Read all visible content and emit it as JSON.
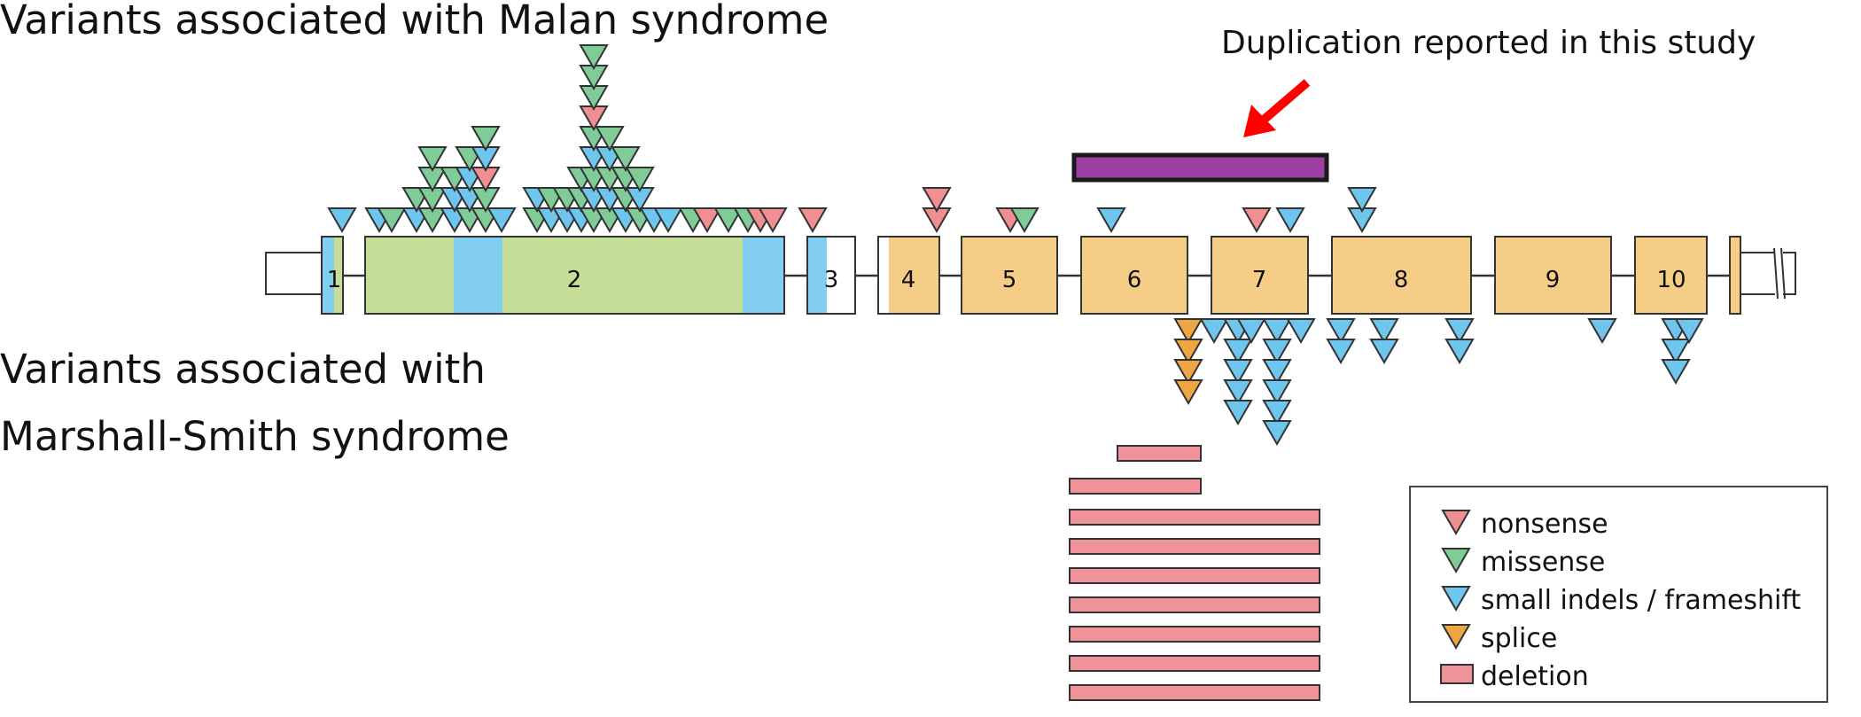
{
  "headings": {
    "malan": "Variants associated with Malan syndrome",
    "marshall_line1": "Variants associated with",
    "marshall_line2": "Marshall-Smith syndrome"
  },
  "duplication_label": "Duplication reported in this study",
  "colors": {
    "utr": "#ffffff",
    "exon_coding": "#f5cd86",
    "domain_green": "#c5df98",
    "domain_blue": "#82cef0",
    "nonsense": "#ef8f91",
    "missense": "#7fcc98",
    "indel": "#6ec6ee",
    "splice": "#f0a545",
    "deletion": "#f0929a",
    "duplication": "#9b3fa3",
    "arrow": "#ff0000"
  },
  "exons": [
    {
      "label": "1"
    },
    {
      "label": "2"
    },
    {
      "label": "3"
    },
    {
      "label": "4"
    },
    {
      "label": "5"
    },
    {
      "label": "6"
    },
    {
      "label": "7"
    },
    {
      "label": "8"
    },
    {
      "label": "9"
    },
    {
      "label": "10"
    }
  ],
  "legend": [
    {
      "label": "nonsense",
      "type": "nonsense"
    },
    {
      "label": "missense",
      "type": "missense"
    },
    {
      "label": "small indels / frameshift",
      "type": "indel"
    },
    {
      "label": "splice",
      "type": "splice"
    },
    {
      "label": "deletion",
      "type": "deletion"
    }
  ],
  "variant_types": [
    "nonsense",
    "missense",
    "indel",
    "splice"
  ]
}
